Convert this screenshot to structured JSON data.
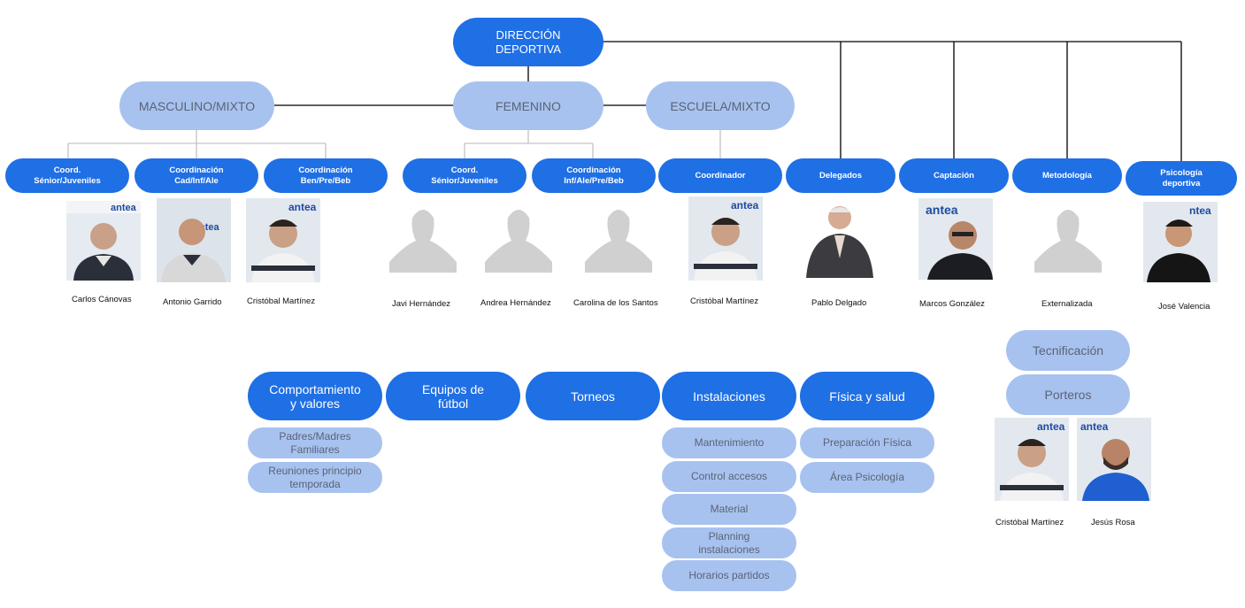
{
  "root": "DIRECCIÓN DEPORTIVA",
  "sections": [
    "MASCULINO/MIXTO",
    "FEMENINO",
    "ESCUELA/MIXTO"
  ],
  "coordinators": [
    {
      "label": "Coord. Sénior/Juveniles",
      "person": "Carlos Cánovas"
    },
    {
      "label": "Coordinación Cad/Inf/Ale",
      "person": "Antonio Garrido"
    },
    {
      "label": "Coordinación Ben/Pre/Beb",
      "person": "Cristóbal Martínez"
    },
    {
      "label": "Coord. Sénior/Juveniles",
      "person": "Javi Hernández"
    },
    {
      "label": "Coordinación Inf/Ale/Pre/Beb",
      "person": "Andrea Hernández"
    },
    {
      "label": "Coordinador",
      "person": "Cristóbal Martínez"
    },
    {
      "label": "Delegados",
      "person": "Pablo Delgado"
    },
    {
      "label": "Captación",
      "person": "Marcos González"
    },
    {
      "label": "Metodología",
      "person": "Externalizada"
    },
    {
      "label": "Psicología deportiva",
      "person": "José Valencia"
    }
  ],
  "extra_person": "Carolina de los Santos",
  "areas": [
    {
      "label": "Comportamiento y valores",
      "items": [
        "Padres/Madres Familiares",
        "Reuniones principio temporada"
      ]
    },
    {
      "label": "Equipos de fútbol",
      "items": []
    },
    {
      "label": "Torneos",
      "items": []
    },
    {
      "label": "Instalaciones",
      "items": [
        "Mantenimiento",
        "Control accesos",
        "Material",
        "Planning instalaciones",
        "Horarios partidos"
      ]
    },
    {
      "label": "Física y salud",
      "items": [
        "Preparación Física",
        "Área Psicología"
      ]
    }
  ],
  "method_tags": [
    "Tecnificación",
    "Porteros"
  ],
  "method_people": [
    "Cristóbal Martínez",
    "Jesús Rosa"
  ],
  "colors": {
    "primary": "#1f6fe5",
    "secondary": "#a8c2f0",
    "line": "#000000",
    "sub_line": "#c4c4c4"
  }
}
